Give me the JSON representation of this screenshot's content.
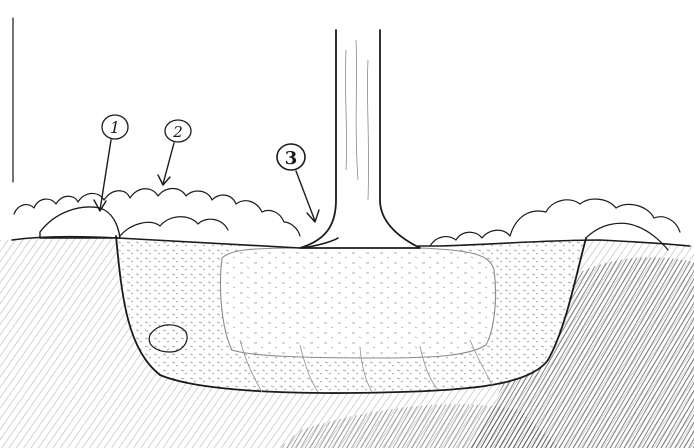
{
  "diagram": {
    "callouts": [
      {
        "id": "1",
        "label": "1"
      },
      {
        "id": "2",
        "label": "2"
      },
      {
        "id": "3",
        "label": "3"
      }
    ],
    "colors": {
      "ink": "#1b1b1b",
      "paper": "#ffffff",
      "soil": "#6e6e6e",
      "soil_dark": "#2f2f2f",
      "backfill": "#8a8a8a"
    }
  }
}
